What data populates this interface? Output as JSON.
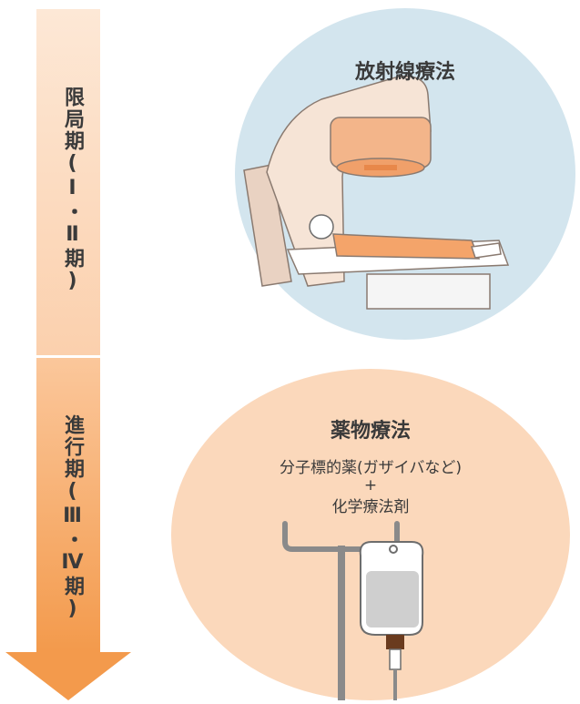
{
  "stages": {
    "early_label": "限局期(Ⅰ・Ⅱ期)",
    "advanced_label": "進行期(Ⅲ・Ⅳ期)"
  },
  "radiation": {
    "title": "放射線療法",
    "illustration": "radiotherapy-machine-with-patient"
  },
  "drug": {
    "title": "薬物療法",
    "line1": "分子標的薬(ガザイバなど)",
    "line2": "+",
    "line3": "化学療法剤",
    "illustration": "iv-drip-bag-on-stand"
  },
  "colors": {
    "arrow_top": "#fce3cc",
    "arrow_bottom": "#f49a4e",
    "radiation_bg": "#d3e5ee",
    "drug_bg": "#fbd8bb"
  }
}
